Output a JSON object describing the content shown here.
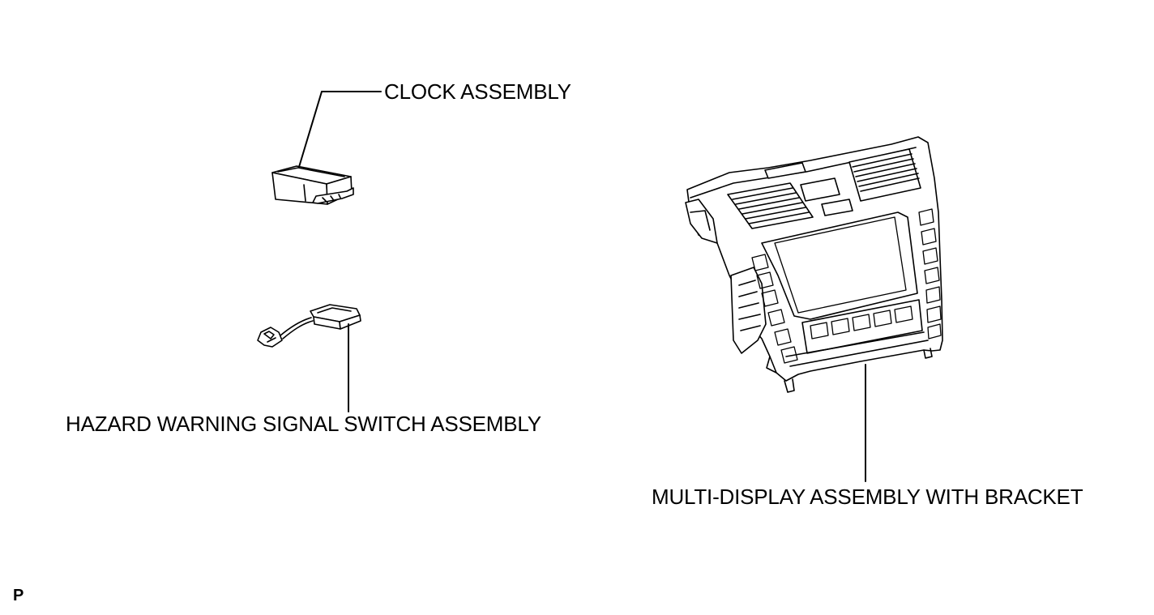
{
  "labels": {
    "clock": "CLOCK ASSEMBLY",
    "hazard": "HAZARD WARNING SIGNAL SWITCH ASSEMBLY",
    "multi_display": "MULTI-DISPLAY ASSEMBLY WITH BRACKET"
  },
  "figure_code": "P"
}
